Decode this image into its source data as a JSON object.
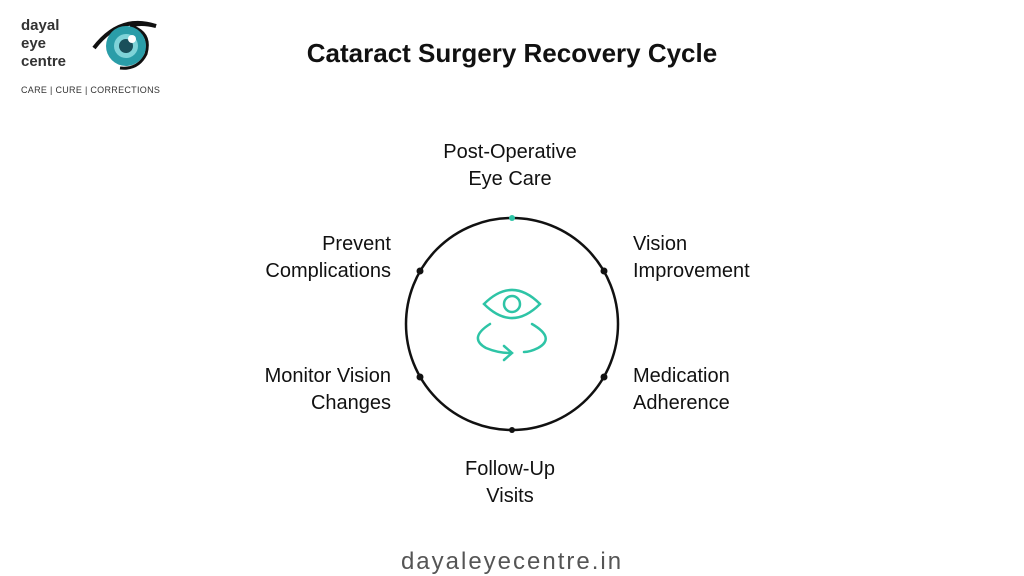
{
  "logo": {
    "name_lines": [
      "dayal",
      "eye",
      "centre"
    ],
    "tagline": "CARE | CURE | CORRECTIONS"
  },
  "title": "Cataract Surgery Recovery Cycle",
  "stages": [
    {
      "line1": "Post-Operative",
      "line2": "Eye Care"
    },
    {
      "line1": "Vision",
      "line2": "Improvement"
    },
    {
      "line1": "Medication",
      "line2": "Adherence"
    },
    {
      "line1": "Follow-Up",
      "line2": "Visits"
    },
    {
      "line1": "Monitor Vision",
      "line2": "Changes"
    },
    {
      "line1": "Prevent",
      "line2": "Complications"
    }
  ],
  "center_icon": "eye-cycle-icon",
  "colors": {
    "accent": "#2ec4a6",
    "logo_iris": "#2a9da8"
  },
  "footer": "dayaleyecentre.in"
}
